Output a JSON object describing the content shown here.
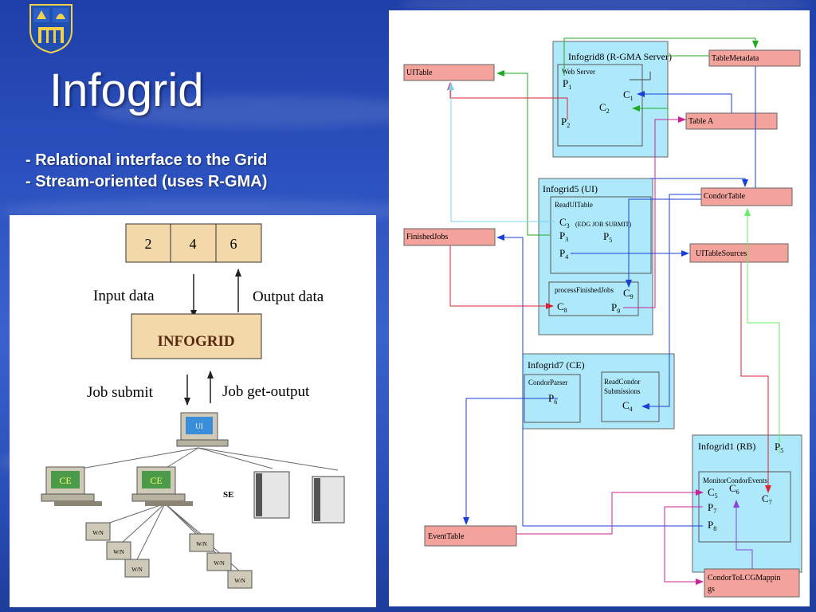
{
  "slide": {
    "title": "Infogrid",
    "bullets": [
      "- Relational interface to the Grid",
      "- Stream-oriented (uses R-GMA)"
    ]
  },
  "left_diagram": {
    "data_cells": [
      "2",
      "4",
      "6"
    ],
    "input_label": "Input data",
    "output_label": "Output data",
    "core_label": "INFOGRID",
    "submit_label": "Job submit",
    "getoutput_label": "Job get-output",
    "ui_label": "UI",
    "ce_label": "CE",
    "se_label": "SE",
    "wn_label": "W/N"
  },
  "right_diagram": {
    "nodes": {
      "infogrid8": "Infogrid8 (R-GMA Server)",
      "web_server": "Web Server",
      "infogrid5": "Infogrid5 (UI)",
      "read_ui_table": "ReadUITable",
      "edg_job_submit": "(EDG JOB SUBMIT)",
      "process_finished_jobs": "processFinishedJobs",
      "infogrid7": "Infogrid7 (CE)",
      "condor_parser": "CondorParser",
      "read_condor_submissions": [
        "ReadCondor",
        "Submissions"
      ],
      "infogrid1": "Infogrid1 (RB)",
      "monitor_condor_events": "MonitorCondorEvents"
    },
    "tables": {
      "ui_table": "UITable",
      "table_metadata": "TableMetadata",
      "table_a": "Table A",
      "condor_table": "CondorTable",
      "finished_jobs": "FinishedJobs",
      "ui_table_sources": "UITableSources",
      "event_table": "EventTable",
      "condor_to_lcg": [
        "CondorToLCGMappin",
        "gs"
      ]
    },
    "ports": {
      "ig8_p1": "P",
      "ig8_p1_sub": "1",
      "ig8_p2": "P",
      "ig8_p2_sub": "2",
      "ig8_c1": "C",
      "ig8_c1_sub": "1",
      "ig8_c2": "C",
      "ig8_c2_sub": "2",
      "ig5_c3": "C",
      "ig5_c3_sub": "3",
      "ig5_p3": "P",
      "ig5_p3_sub": "3",
      "ig5_p5": "P",
      "ig5_p5_sub": "5",
      "ig5_p4": "P",
      "ig5_p4_sub": "4",
      "ig5_c9": "C",
      "ig5_c9_sub": "9",
      "ig5_c8": "C",
      "ig5_c8_sub": "8",
      "ig5_p9": "P",
      "ig5_p9_sub": "9",
      "ig7_p6": "P",
      "ig7_p6_sub": "6",
      "ig7_c4": "C",
      "ig7_c4_sub": "4",
      "ig1_p5": "P",
      "ig1_p5_sub": "5",
      "ig1_c5": "C",
      "ig1_c5_sub": "5",
      "ig1_c6": "C",
      "ig1_c6_sub": "6",
      "ig1_c7": "C",
      "ig1_c7_sub": "7",
      "ig1_p7": "P",
      "ig1_p7_sub": "7",
      "ig1_p8": "P",
      "ig1_p8_sub": "8"
    }
  },
  "colors": {
    "node_fill": "#aee9fb",
    "table_fill": "#f4a39c",
    "core_fill": "#f3d9a9",
    "green": "#22aa22",
    "red": "#dd2233",
    "blue": "#1a3fd8",
    "magenta": "#cc2299",
    "light_blue": "#7fd0f0",
    "light_green": "#66ee66",
    "purple": "#8844dd"
  }
}
